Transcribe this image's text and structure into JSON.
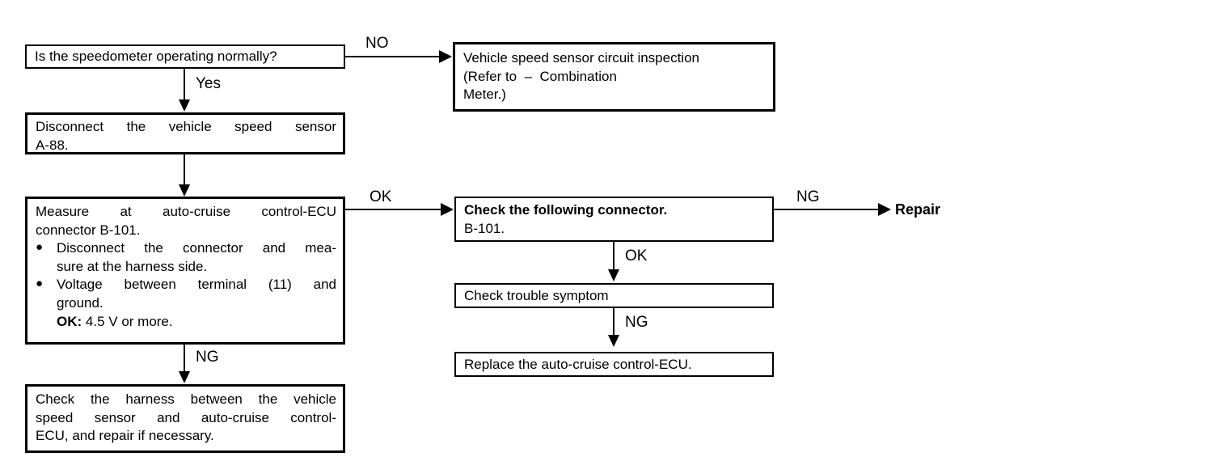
{
  "diagram": {
    "title": "Vehicle speed sensor diagnostic flowchart",
    "stroke_color": "#000000",
    "background_color": "#ffffff",
    "nodes": {
      "speedometer_question": "Is the speedometer operating normally?",
      "vehicle_speed_sensor_circuit": {
        "line1": "Vehicle speed sensor circuit inspection",
        "line2": "(Refer to  –  Combination",
        "line3": "Meter.)"
      },
      "disconnect_sensor": {
        "line1": "Disconnect the vehicle speed sensor",
        "line2": "A-88."
      },
      "measure_ecu": {
        "line1": "Measure at auto-cruise control-ECU",
        "line2": "connector B-101.",
        "bullet1_line1": "Disconnect the connector and mea-",
        "bullet1_line2": "sure at the harness side.",
        "bullet2_line1": "Voltage between terminal (11) and",
        "bullet2_line2": "ground.",
        "bullet2_ok_label": "OK:",
        "bullet2_ok_value": " 4.5 V or more.",
        "bullet_glyph": "●"
      },
      "check_connector": {
        "line1": "Check the following connector.",
        "line2": "B-101."
      },
      "check_trouble_symptom": "Check trouble symptom",
      "replace_ecu": "Replace the auto-cruise control-ECU.",
      "check_harness": {
        "line1": "Check the harness between the vehicle",
        "line2": "speed sensor and auto-cruise control-",
        "line3": "ECU, and repair if necessary."
      },
      "repair": "Repair"
    },
    "edge_labels": {
      "no": "NO",
      "yes": "Yes",
      "ok_measure": "OK",
      "ng_measure": "NG",
      "ng_connector": "NG",
      "ok_connector": "OK",
      "ng_symptom": "NG"
    }
  }
}
